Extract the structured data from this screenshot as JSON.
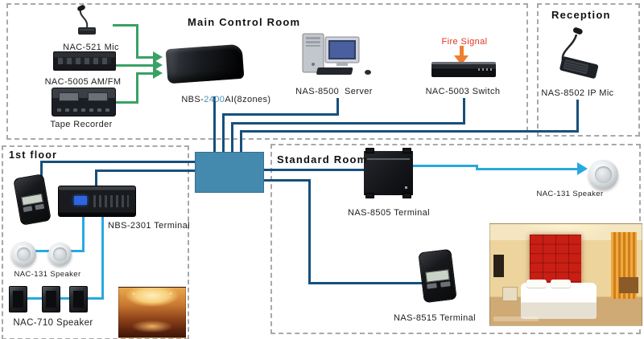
{
  "colors": {
    "line_dark": "#17507c",
    "line_light": "#29a8e0",
    "arrow_green": "#3aa164",
    "hub": "#4489ae",
    "fire_red": "#e53222",
    "fire_orange": "#ef7f2e",
    "model_teal": "#4a8fb0",
    "dash": "#a8a8a8"
  },
  "rooms": {
    "main_control": {
      "title": "Main Control Room"
    },
    "reception": {
      "title": "Reception"
    },
    "first_floor": {
      "title": "1st floor"
    },
    "standard": {
      "title": "Standard Room"
    }
  },
  "labels": {
    "nac521": "NAC-521 Mic",
    "nac5005": "NAC-5005 AM/FM",
    "tape": "Tape Recorder",
    "nbs2400_pre": "NBS-",
    "nbs2400_num": "2400",
    "nbs2400_post": "AI(8zones)",
    "nas8500": "NAS-8500  Server",
    "fire": "Fire Signal",
    "nac5003": "NAC-5003 Switch",
    "nas8502": "NAS-8502 IP Mic",
    "nbs2301": "NBS-2301 Terminal",
    "nac131_f1": "NAC-131 Speaker",
    "nac710": "NAC-710 Speaker",
    "nas8505": "NAS-8505 Terminal",
    "nac131_std": "NAC-131 Speaker",
    "nas8515": "NAS-8515 Terminal"
  }
}
